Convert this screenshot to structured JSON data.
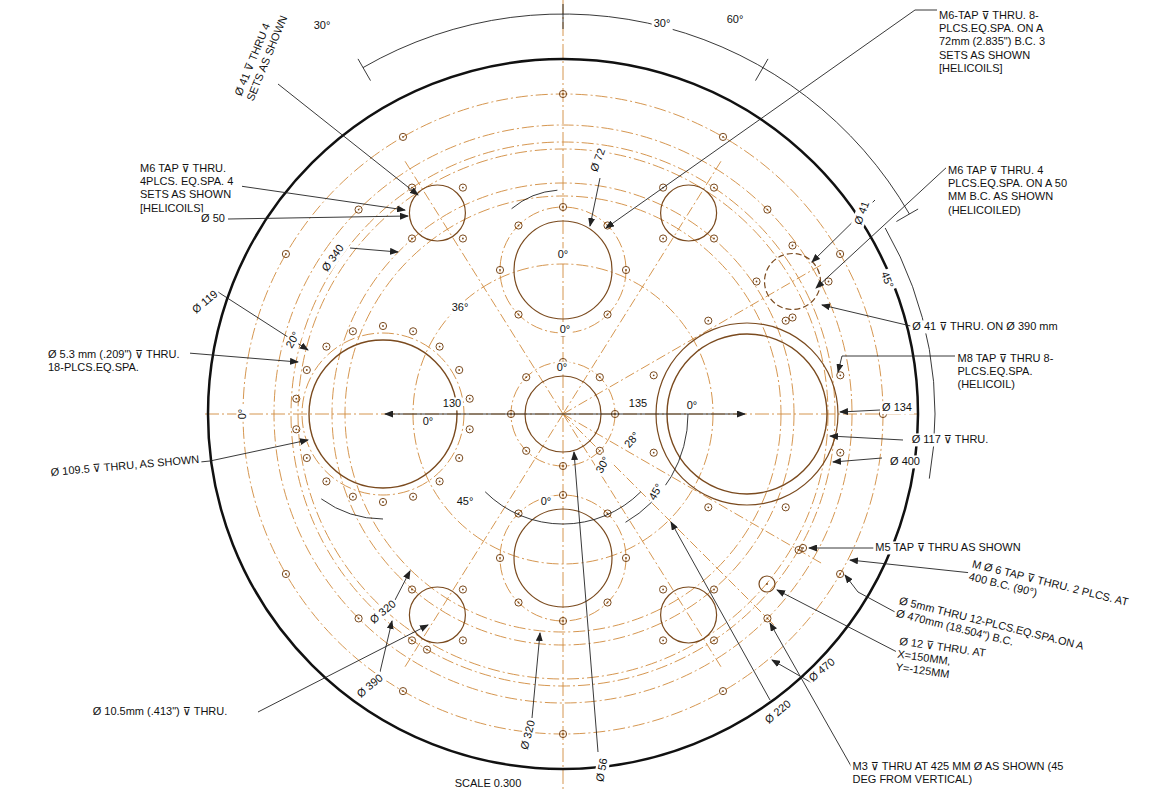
{
  "diagram": {
    "labels": [
      "30°",
      "30°",
      "60°",
      "Ø 41 ⊽ THRU 4 SETS AS SHOWN",
      "M6-TAP ⊽ THRU. 8-PLCS.EQ.SPA. ON A 72mm (2.835\") B.C. 3 SETS AS SHOWN [HELICOILS]",
      "M6 TAP ⊽ THRU. 4PLCS. EQ.SPA. 4 SETS AS SHOWN [HELICOILS]",
      "Ø 50",
      "Ø 72",
      "M6 TAP ⊽ THRU. 4 PLCS.EQ.SPA. ON A 50 MM B.C. AS SHOWN (HELICOILED)",
      "Ø 41",
      "45°",
      "Ø 340",
      "36°",
      "0°",
      "Ø 41 ⊽ THRU. ON Ø 390 mm",
      "Ø 119",
      "20°",
      "Ø 5.3 mm (.209\") ⊽ THRU. 18-PLCS.EQ.SPA.",
      "M8 TAP ⊽ THRU 8-PLCS.EQ.SPA. (HELICOIL)",
      "130",
      "135",
      "Ø 134",
      "Ø 117 ⊽ THRU.",
      "Ø 400",
      "Ø 109.5 ⊽ THRU, AS SHOWN",
      "28°",
      "30°",
      "45°",
      "45°",
      "0°",
      "M5 TAP ⊽ THRU AS SHOWN",
      "M Ø 6 TAP ⊽ THRU. 2 PLCS. AT 400 B.C. (90°)",
      "Ø 5mm THRU 12-PLCS.EQ.SPA.ON A Ø 470mm (18.504\") B.C.",
      "Ø 12 ⊽ THRU. AT X=150MM, Y=-125MM",
      "Ø 470",
      "Ø 320",
      "Ø 390",
      "Ø 10.5mm (.413\") ⊽ THRU.",
      "Ø 220",
      "Ø 320",
      "Ø 56",
      "SCALE 0.300",
      "M3 ⊽ THRU AT 425 MM Ø AS SHOWN (45 DEG FROM VERTICAL)",
      "0°",
      "0°",
      "0°",
      "0°",
      "0°"
    ]
  }
}
